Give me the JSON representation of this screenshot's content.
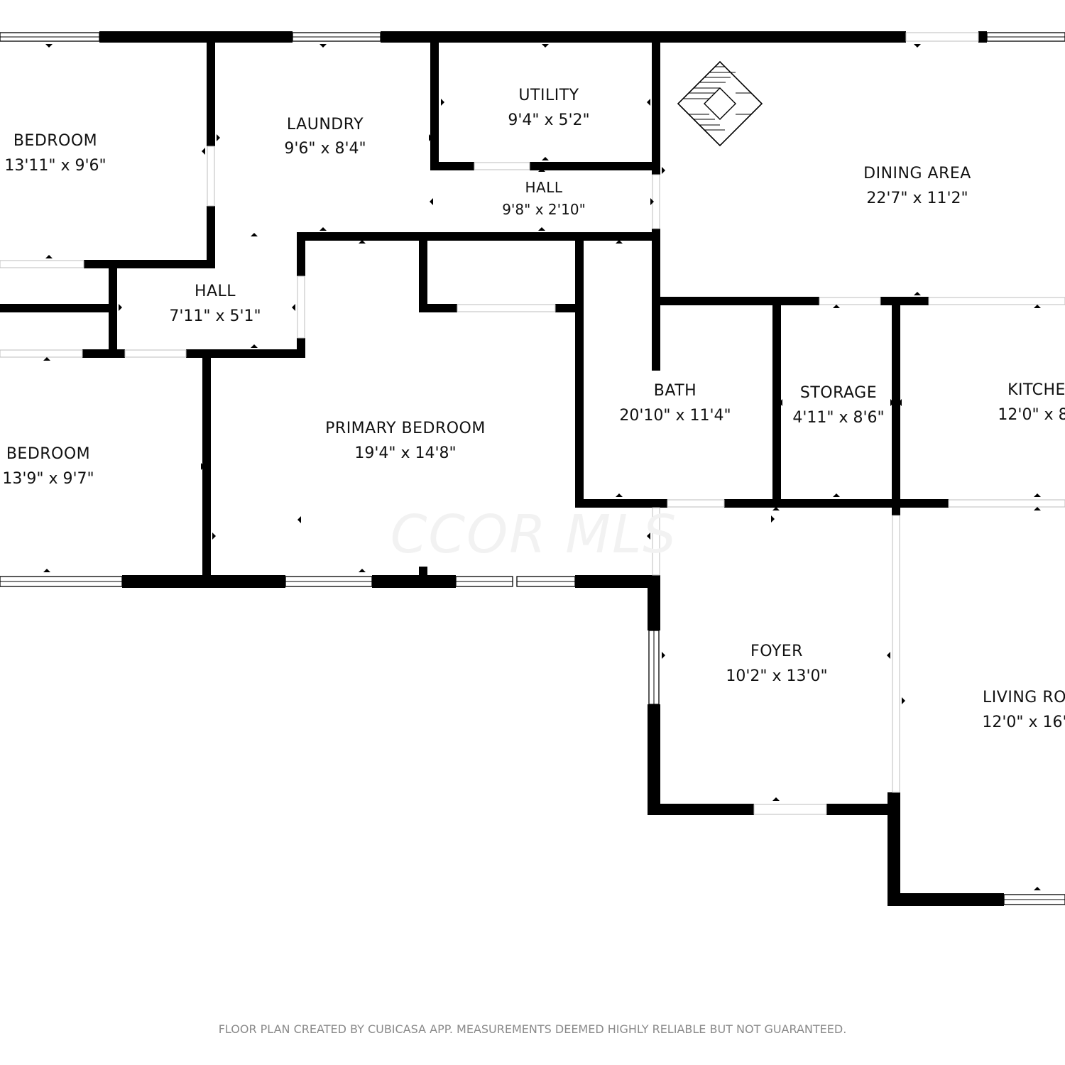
{
  "rooms": [
    {
      "id": "bedroom-1",
      "name": "BEDROOM",
      "dims": "13'11\" x 9'6\""
    },
    {
      "id": "laundry",
      "name": "LAUNDRY",
      "dims": "9'6\" x 8'4\""
    },
    {
      "id": "utility",
      "name": "UTILITY",
      "dims": "9'4\" x 5'2\""
    },
    {
      "id": "hall-upper",
      "name": "HALL",
      "dims": "9'8\" x 2'10\""
    },
    {
      "id": "dining-area",
      "name": "DINING AREA",
      "dims": "22'7\" x 11'2\""
    },
    {
      "id": "hall-lower",
      "name": "HALL",
      "dims": "7'11\" x 5'1\""
    },
    {
      "id": "bedroom-2",
      "name": "BEDROOM",
      "dims": "13'9\" x 9'7\""
    },
    {
      "id": "primary-bedroom",
      "name": "PRIMARY BEDROOM",
      "dims": "19'4\" x 14'8\""
    },
    {
      "id": "bath",
      "name": "BATH",
      "dims": "20'10\" x 11'4\""
    },
    {
      "id": "storage",
      "name": "STORAGE",
      "dims": "4'11\" x 8'6\""
    },
    {
      "id": "kitchen",
      "name": "KITCHE",
      "dims": "12'0\" x 8"
    },
    {
      "id": "foyer",
      "name": "FOYER",
      "dims": "10'2\" x 13'0\""
    },
    {
      "id": "living-room",
      "name": "LIVING RO",
      "dims": "12'0\" x 16'"
    }
  ],
  "watermark": "CCOR MLS",
  "disclaimer": "FLOOR PLAN CREATED BY CUBICASA APP. MEASUREMENTS DEEMED HIGHLY RELIABLE BUT NOT GUARANTEED.",
  "colors": {
    "wall": "#000000",
    "background": "#ffffff",
    "disclaimer": "#8a8a8a",
    "watermark": "#f2f2f2"
  }
}
